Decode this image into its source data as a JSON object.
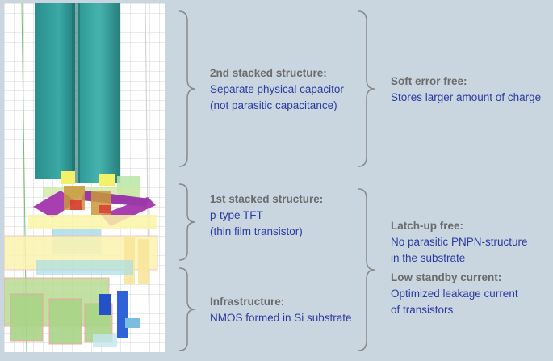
{
  "colors": {
    "background": "#c9d6e0",
    "heading": "#6b6b6b",
    "body_text": "#2b3aa0",
    "brace": "#888888"
  },
  "structures": {
    "second": {
      "heading": "2nd stacked structure:",
      "line1": "Separate physical capacitor",
      "line2": "(not parasitic capacitance)"
    },
    "first": {
      "heading": "1st stacked structure:",
      "line1": "p-type TFT",
      "line2": "(thin film transistor)"
    },
    "infra": {
      "heading": "Infrastructure:",
      "line1": "NMOS formed in Si substrate"
    }
  },
  "benefits": {
    "soft_error": {
      "heading": "Soft error free:",
      "line1": "Stores larger amount of charge"
    },
    "latchup": {
      "heading": "Latch-up free:",
      "line1": "No parasitic PNPN-structure",
      "line2": "in the substrate"
    },
    "standby": {
      "heading": "Low standby current:",
      "line1": "Optimized leakage current",
      "line2": "of transistors"
    }
  }
}
